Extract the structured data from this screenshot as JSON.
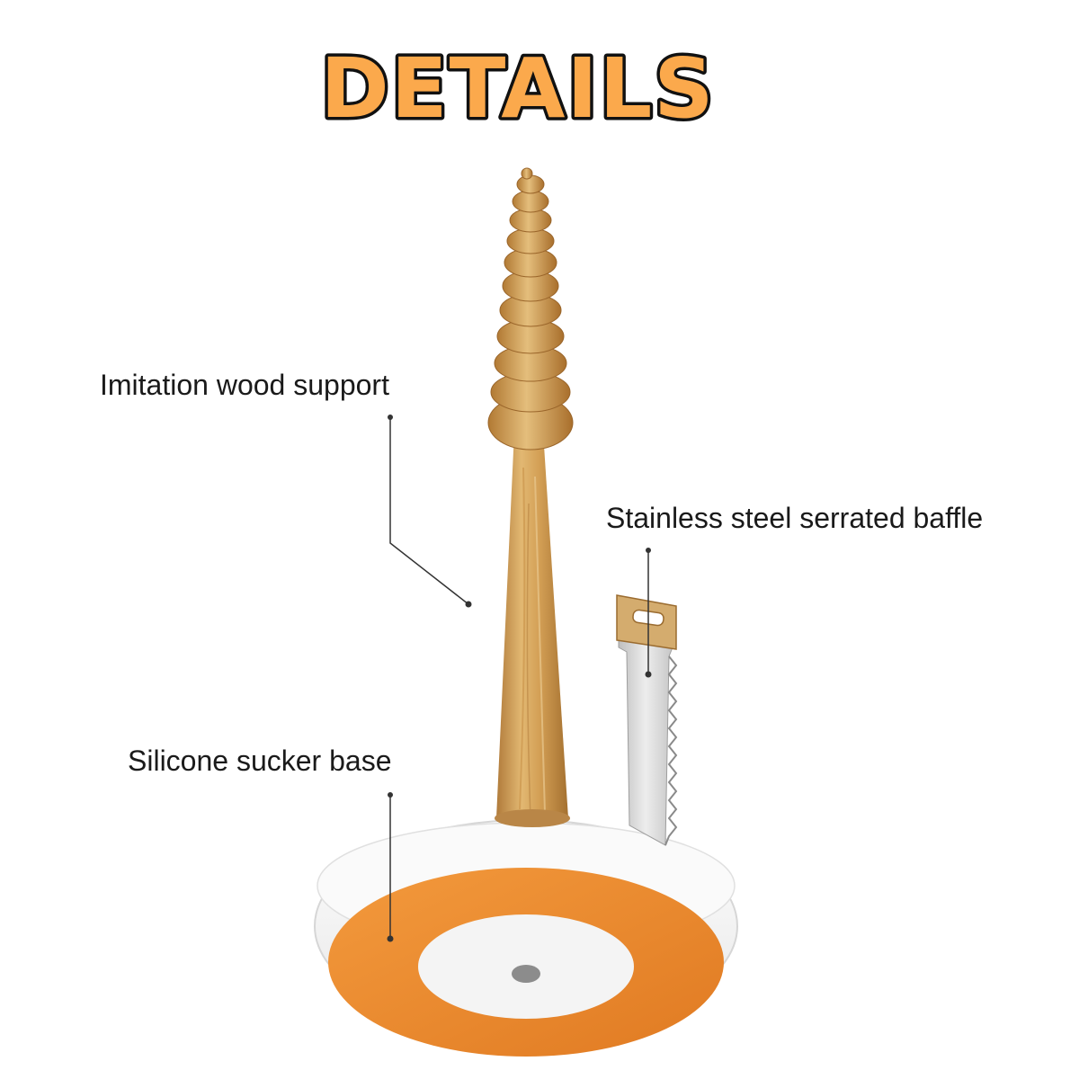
{
  "title": {
    "text": "DETAILS",
    "fill_color": "#FBA94C",
    "outline_color": "#111111"
  },
  "callouts": [
    {
      "id": "wood",
      "label": "Imitation wood support"
    },
    {
      "id": "baffle",
      "label": "Stainless steel serrated baffle"
    },
    {
      "id": "base",
      "label": "Silicone sucker base"
    }
  ],
  "colors": {
    "wood_light": "#E2B872",
    "wood_dark": "#B07A3A",
    "base_orange": "#EE8A2E",
    "base_white": "#F4F4F4",
    "steel": "#D9D9D9",
    "leader_line": "#333333"
  }
}
